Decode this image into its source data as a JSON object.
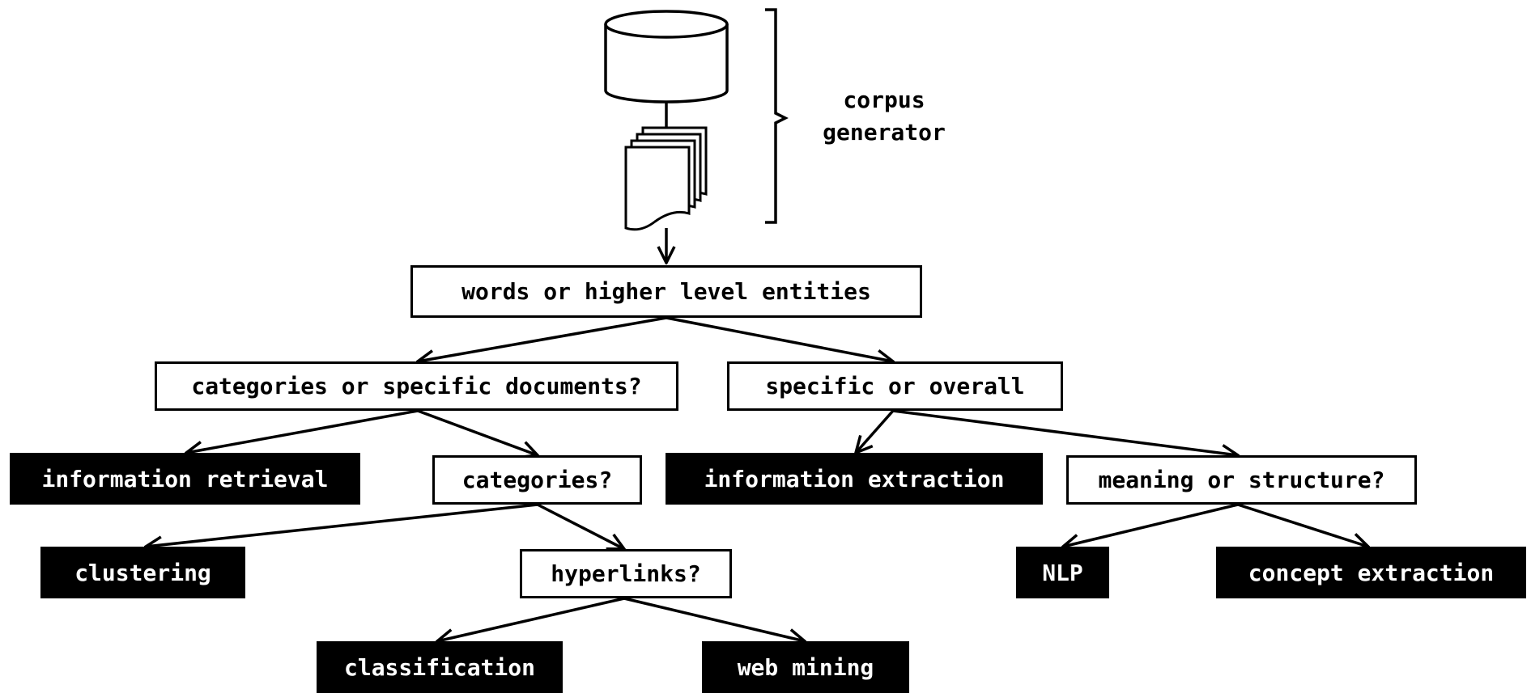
{
  "corpus_label": {
    "line1": "corpus",
    "line2": "generator"
  },
  "nodes": {
    "entities": "words or higher level entities",
    "cat_or_docs": "categories or specific documents?",
    "spec_overall": "specific or overall",
    "info_retrieval": "information retrieval",
    "categories": "categories?",
    "info_extraction": "information extraction",
    "meaning_structure": "meaning or structure?",
    "clustering": "clustering",
    "hyperlinks": "hyperlinks?",
    "nlp": "NLP",
    "concept_extraction": "concept extraction",
    "classification": "classification",
    "web_mining": "web mining"
  },
  "icons": {
    "database": "database-cylinder-icon",
    "documents": "document-stack-icon",
    "bracket": "right-curly-bracket-icon"
  },
  "colors": {
    "stroke": "#000000",
    "question_fill": "#ffffff",
    "result_fill": "#000000",
    "result_text": "#ffffff"
  }
}
